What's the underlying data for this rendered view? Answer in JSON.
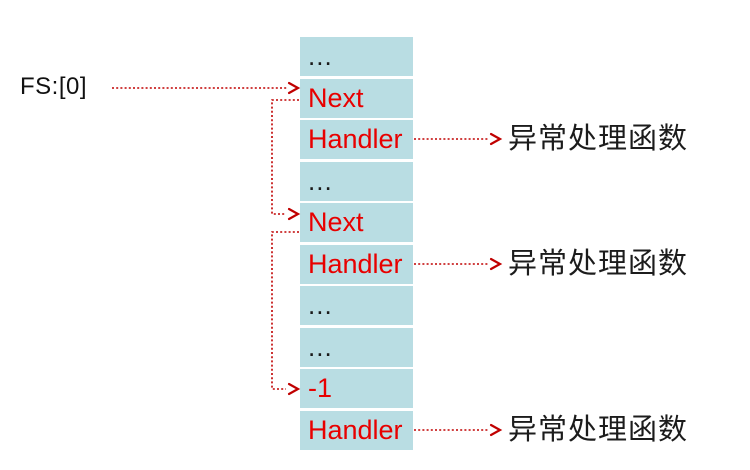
{
  "diagram": {
    "fs_label": "FS:[0]",
    "column": {
      "cells": [
        {
          "label": "...",
          "kind": "dots"
        },
        {
          "label": "Next",
          "kind": "red"
        },
        {
          "label": "Handler",
          "kind": "red"
        },
        {
          "label": "...",
          "kind": "dots"
        },
        {
          "label": "Next",
          "kind": "red"
        },
        {
          "label": "Handler",
          "kind": "red"
        },
        {
          "label": "...",
          "kind": "dots"
        },
        {
          "label": "...",
          "kind": "dots"
        },
        {
          "label": "-1",
          "kind": "red"
        },
        {
          "label": "Handler",
          "kind": "red"
        }
      ]
    },
    "annotations": {
      "handler_1": "异常处理函数",
      "handler_2": "异常处理函数",
      "handler_3": "异常处理函数"
    },
    "colors": {
      "cell_background": "#b9dde3",
      "red_text": "#e80000",
      "arrow_red": "#c00000",
      "black_text": "#1a1a1a"
    }
  }
}
